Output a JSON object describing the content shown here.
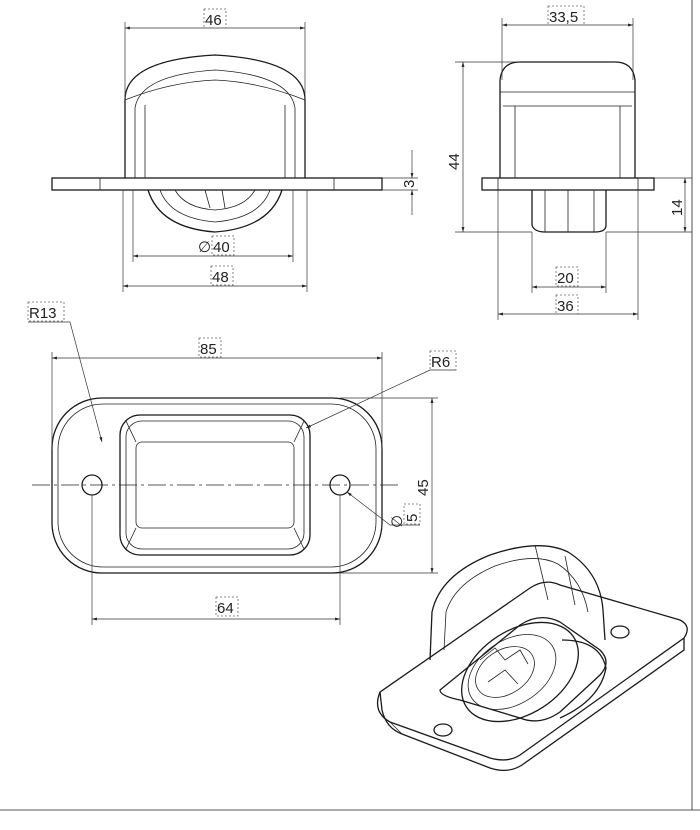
{
  "front_view": {
    "dim_width_top": "46",
    "dim_thickness": "3",
    "dim_diameter": "40",
    "dim_width_bottom": "48"
  },
  "side_view": {
    "dim_width_top": "33,5",
    "dim_height": "44",
    "dim_depth": "14",
    "dim_width_20": "20",
    "dim_width_36": "36"
  },
  "top_view": {
    "dim_radius_13": "R13",
    "dim_length": "85",
    "dim_radius_6": "R6",
    "dim_height": "45",
    "dim_hole": "5",
    "dim_hole_spacing": "64"
  },
  "diameter_symbol": "∅"
}
